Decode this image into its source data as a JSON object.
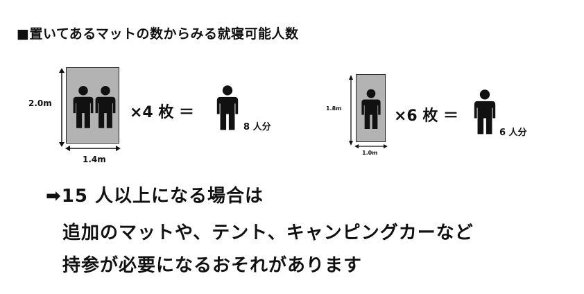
{
  "title": "■置いてあるマットの数からみる就寝可能人数",
  "left_example": {
    "height_label": "2.0m",
    "width_label": "1.4m",
    "equation": "×4 枚 ＝",
    "result": "8 人分"
  },
  "right_example": {
    "height_label": "1.8m",
    "width_label": "1.0m",
    "equation": "×6 枚 ＝",
    "result": "6 人分"
  },
  "conclusion": {
    "line1": "➡15 人以上になる場合は",
    "line2": "追加のマットや、テント、キャンピングカーなど",
    "line3": "持参が必要になるおそれがあります"
  },
  "colors": {
    "mat": "#b3b3b3",
    "text": "#111111"
  },
  "icons": [
    "person-icon",
    "arrow-right-icon"
  ]
}
